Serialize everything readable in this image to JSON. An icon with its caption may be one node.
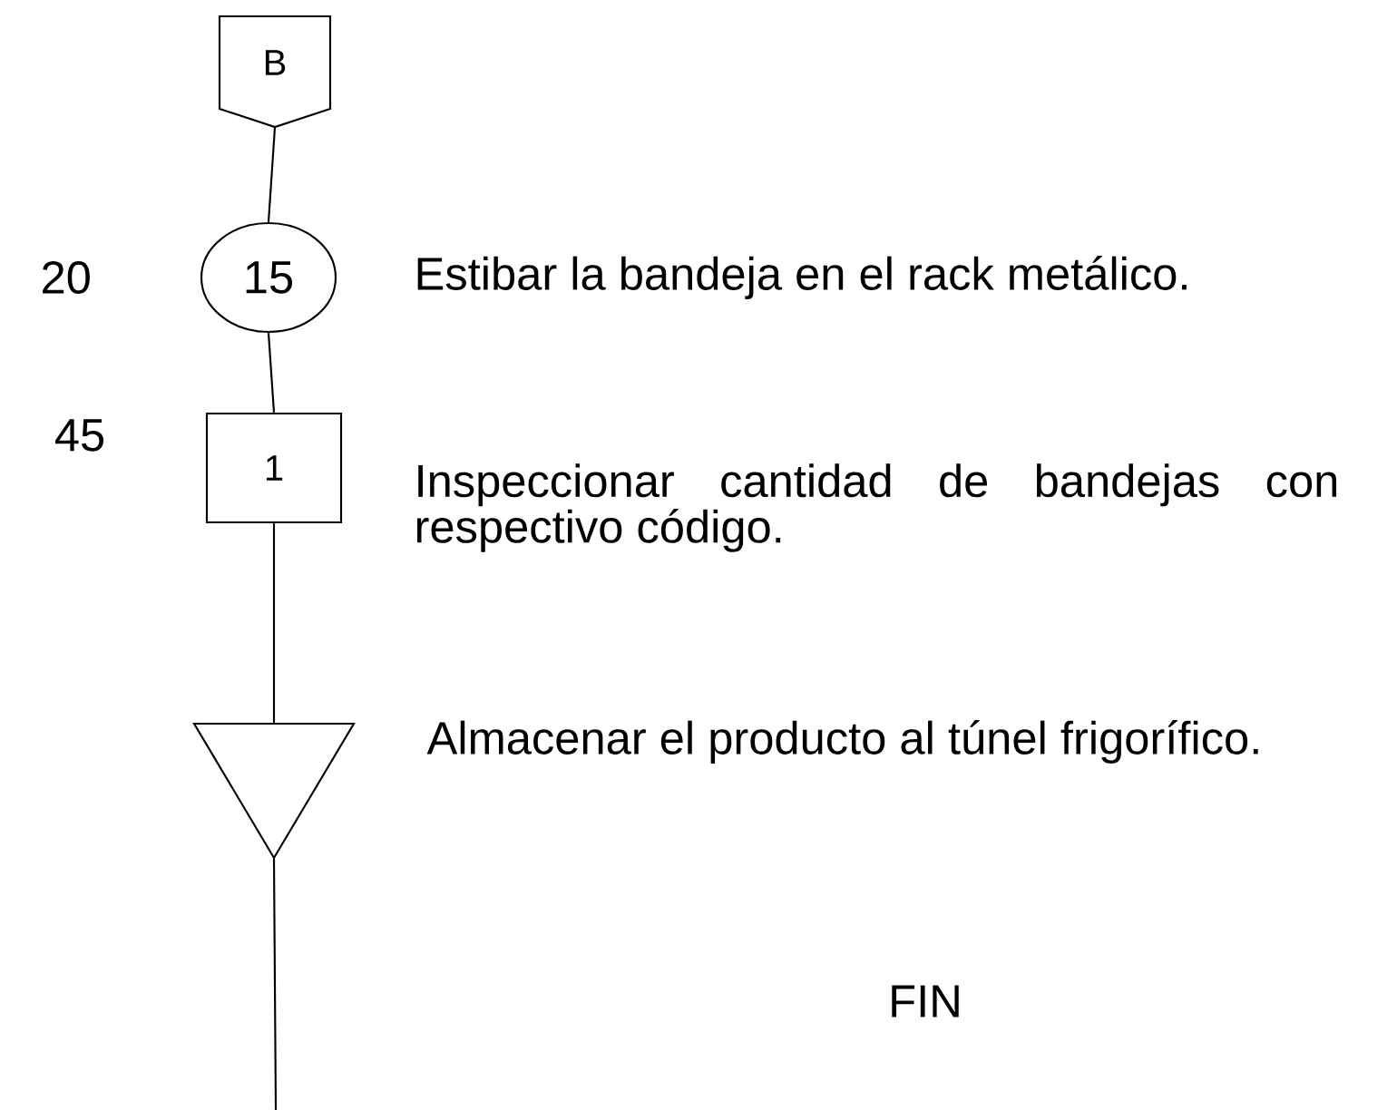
{
  "diagram": {
    "nodes": [
      {
        "text": [
          "B"
        ]
      },
      {
        "text": [
          "15"
        ],
        "beside": [
          "20",
          "Estibar la bandeja en el rack metálico."
        ]
      },
      {
        "text": [
          "1"
        ],
        "beside": [
          "45",
          "Inspeccionar cantidad de bandejas con respectivo código."
        ]
      },
      {
        "text": [],
        "shape": "triangle",
        "beside": [
          "Almacenar el producto al túnel frigorífico."
        ]
      }
    ],
    "edges": [
      {
        "from": 0,
        "to": 1,
        "arrow": "none"
      },
      {
        "from": 1,
        "to": 2,
        "arrow": "none"
      },
      {
        "from": 2,
        "to": 3,
        "arrow": "none"
      },
      {
        "from": 3,
        "to": null,
        "arrow": "none"
      }
    ],
    "labels": [
      "FIN"
    ]
  }
}
